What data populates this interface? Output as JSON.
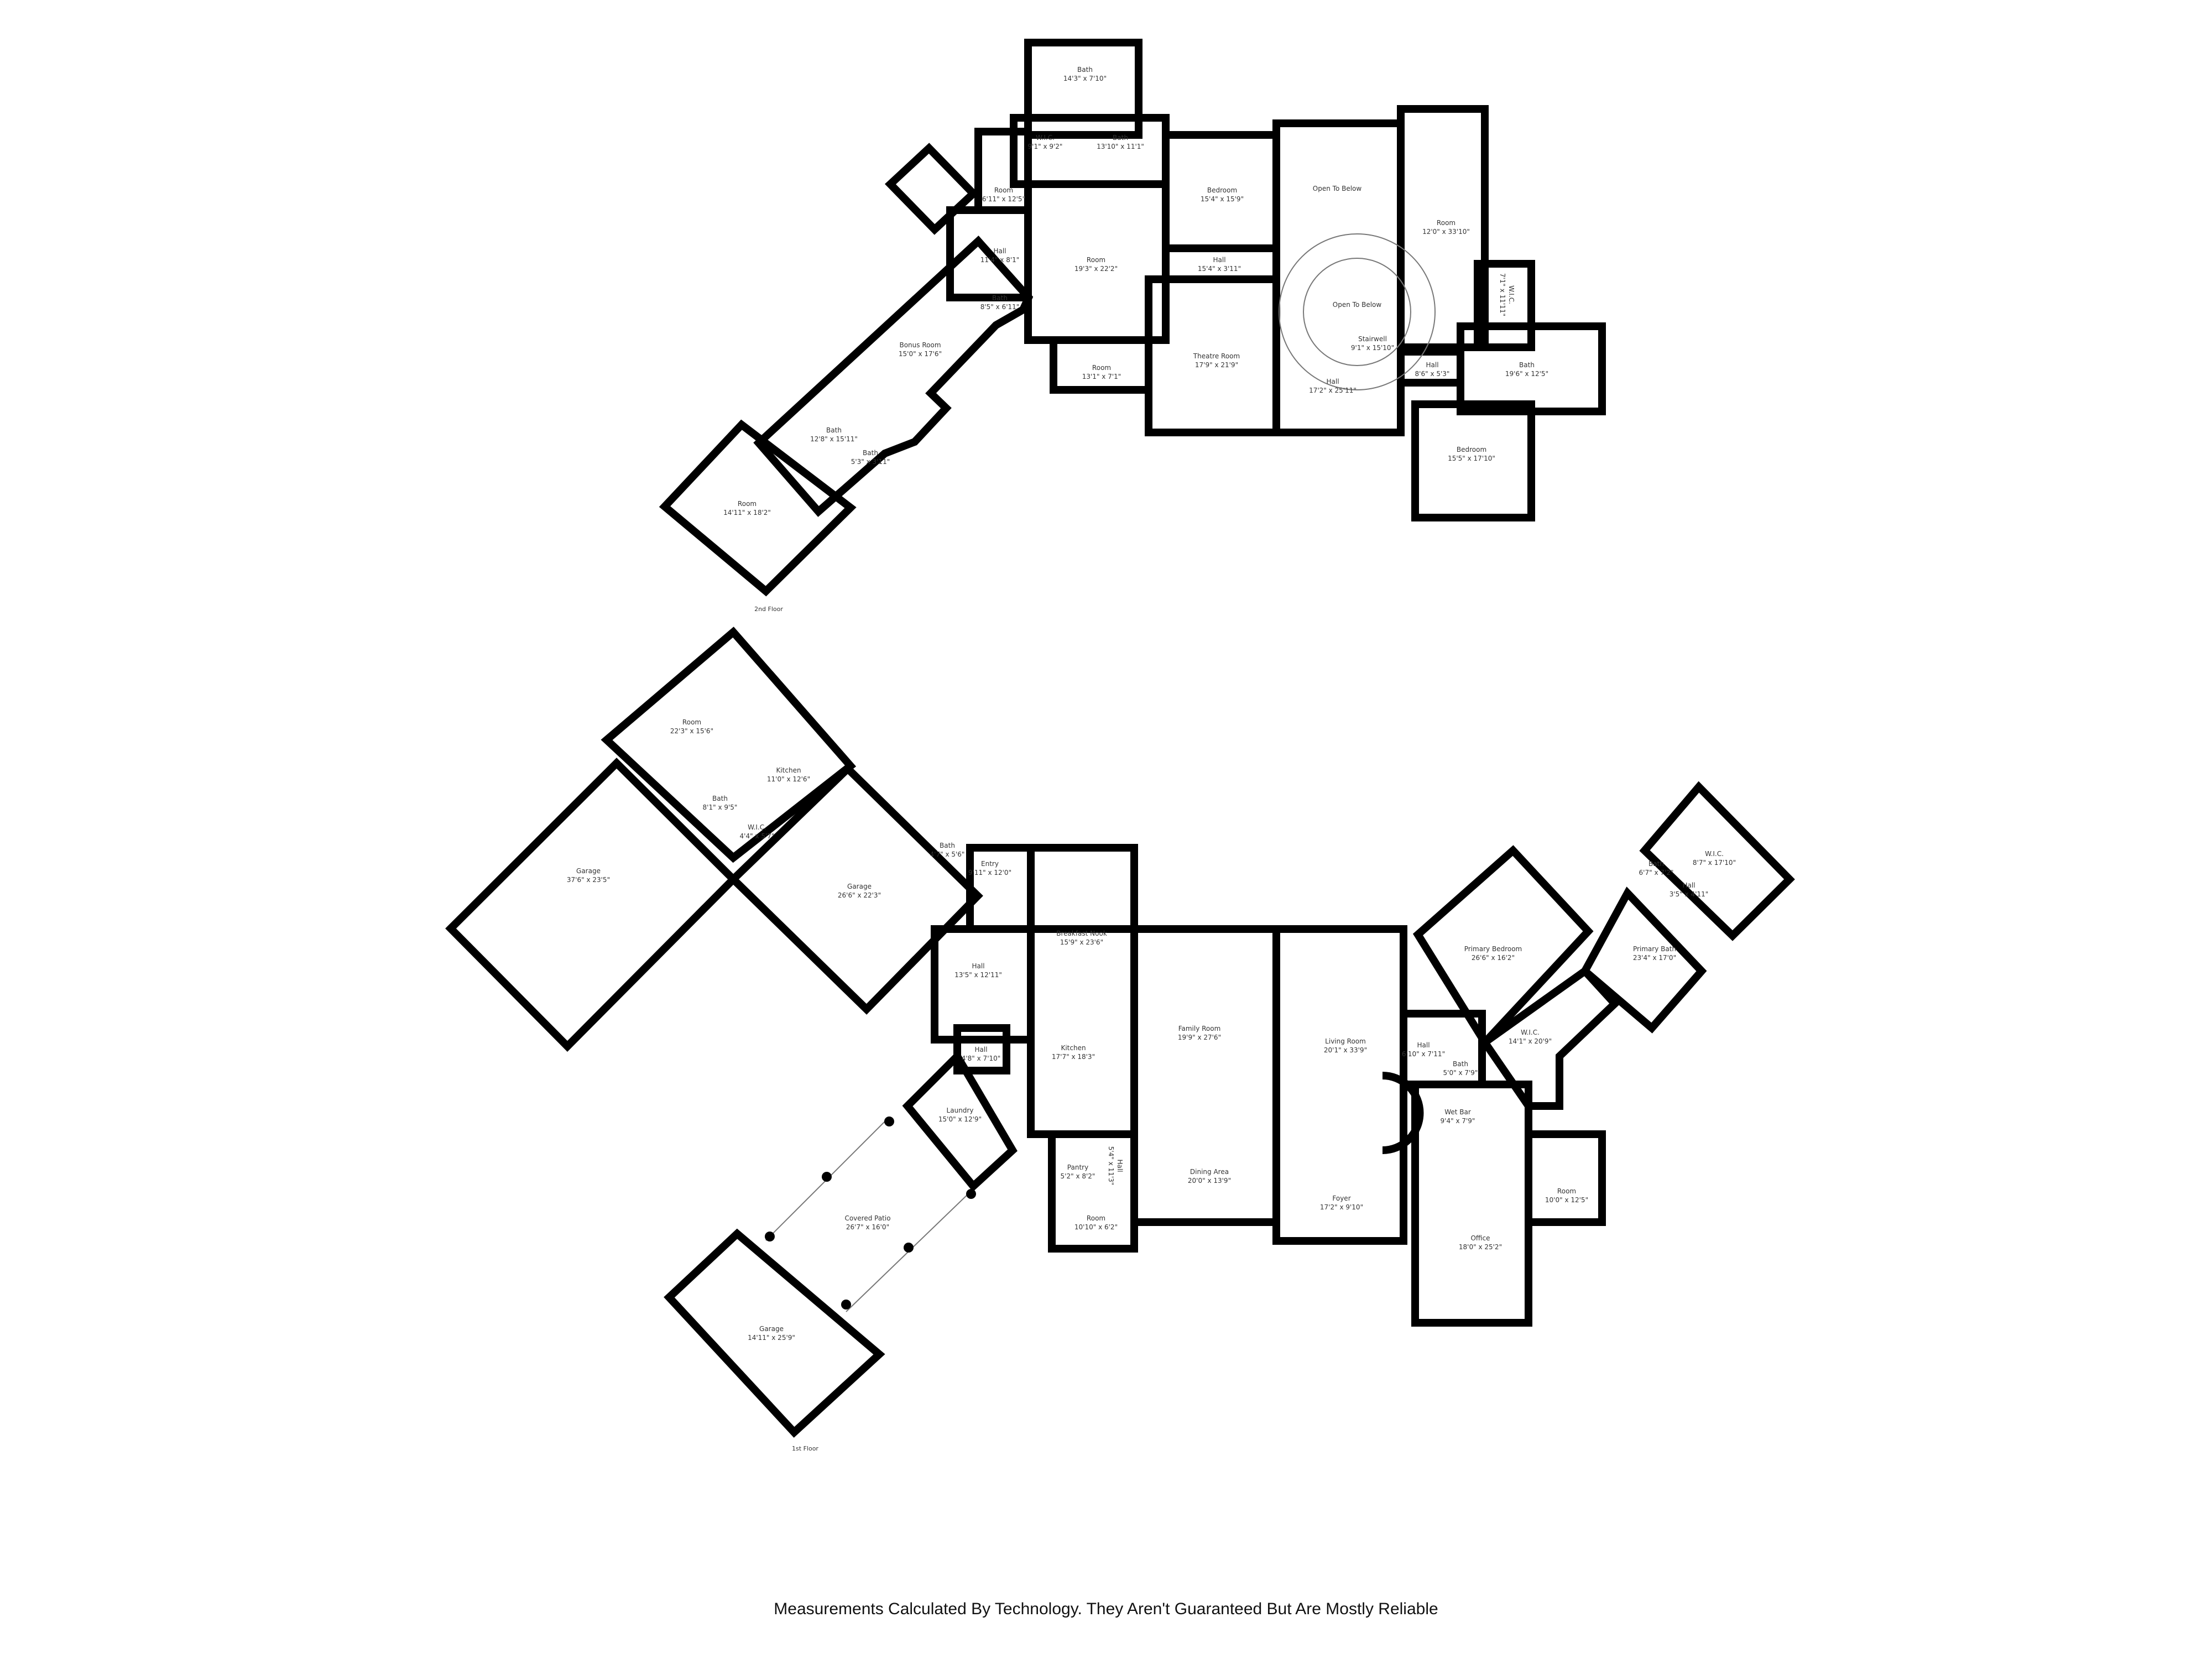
{
  "colors": {
    "wall": "#000000",
    "background": "#ffffff",
    "text": "#333333"
  },
  "floors": [
    {
      "name": "2nd Floor",
      "rooms": [
        {
          "name": "Bath",
          "dims": "14'3\" x 7'10\""
        },
        {
          "name": "W.I.C.",
          "dims": "9'1\" x 9'2\""
        },
        {
          "name": "Bath",
          "dims": "13'10\" x 11'1\""
        },
        {
          "name": "Room",
          "dims": "6'11\" x 12'5\""
        },
        {
          "name": "Bedroom",
          "dims": "15'4\" x 15'9\""
        },
        {
          "name": "Open To Below"
        },
        {
          "name": "Room",
          "dims": "12'0\" x 33'10\""
        },
        {
          "name": "Hall",
          "dims": "11'4\" x 8'1\""
        },
        {
          "name": "Room",
          "dims": "19'3\" x 22'2\""
        },
        {
          "name": "Hall",
          "dims": "15'4\" x 3'11\""
        },
        {
          "name": "Bath",
          "dims": "8'5\" x 6'11\""
        },
        {
          "name": "Open To Below"
        },
        {
          "name": "Stairwell",
          "dims": "9'1\" x 15'10\""
        },
        {
          "name": "W.I.C.",
          "dims": "7'1\" x 11'11\""
        },
        {
          "name": "Bonus Room",
          "dims": "15'0\" x 17'6\""
        },
        {
          "name": "Theatre Room",
          "dims": "17'9\" x 21'9\""
        },
        {
          "name": "Room",
          "dims": "13'1\" x 7'1\""
        },
        {
          "name": "Hall",
          "dims": "8'6\" x 5'3\""
        },
        {
          "name": "Bath",
          "dims": "19'6\" x 12'5\""
        },
        {
          "name": "Hall",
          "dims": "17'2\" x 25'11\""
        },
        {
          "name": "Bath",
          "dims": "12'8\" x 15'11\""
        },
        {
          "name": "Bath",
          "dims": "5'3\" x 3'11\""
        },
        {
          "name": "Bedroom",
          "dims": "15'5\" x 17'10\""
        },
        {
          "name": "Room",
          "dims": "14'11\" x 18'2\""
        }
      ]
    },
    {
      "name": "1st Floor",
      "rooms": [
        {
          "name": "Room",
          "dims": "22'3\" x 15'6\""
        },
        {
          "name": "Kitchen",
          "dims": "11'0\" x 12'6\""
        },
        {
          "name": "Bath",
          "dims": "8'1\" x 9'5\""
        },
        {
          "name": "W.I.C.",
          "dims": "4'4\" x 5'7\""
        },
        {
          "name": "Bath",
          "dims": "4'7\" x 5'6\""
        },
        {
          "name": "Entry",
          "dims": "9'11\" x 12'0\""
        },
        {
          "name": "Garage",
          "dims": "37'6\" x 23'5\""
        },
        {
          "name": "Garage",
          "dims": "26'6\" x 22'3\""
        },
        {
          "name": "Breakfast Nook",
          "dims": "15'9\" x 23'6\""
        },
        {
          "name": "Primary Bedroom",
          "dims": "26'6\" x 16'2\""
        },
        {
          "name": "Primary Bath",
          "dims": "23'4\" x 17'0\""
        },
        {
          "name": "W.I.C.",
          "dims": "8'7\" x 17'10\""
        },
        {
          "name": "Bath",
          "dims": "6'7\" x 7'2\""
        },
        {
          "name": "Hall",
          "dims": "3'5\" x 4'11\""
        },
        {
          "name": "Hall",
          "dims": "13'5\" x 12'11\""
        },
        {
          "name": "Family Room",
          "dims": "19'9\" x 27'6\""
        },
        {
          "name": "W.I.C.",
          "dims": "14'1\" x 20'9\""
        },
        {
          "name": "Living Room",
          "dims": "20'1\" x 33'9\""
        },
        {
          "name": "Hall",
          "dims": "6'10\" x 7'11\""
        },
        {
          "name": "Kitchen",
          "dims": "17'7\" x 18'3\""
        },
        {
          "name": "Hall",
          "dims": "4'8\" x 7'10\""
        },
        {
          "name": "Bath",
          "dims": "5'0\" x 7'9\""
        },
        {
          "name": "Laundry",
          "dims": "15'0\" x 12'9\""
        },
        {
          "name": "Wet Bar",
          "dims": "9'4\" x 7'9\""
        },
        {
          "name": "Hall",
          "dims": "5'4\" x 11'3\""
        },
        {
          "name": "Pantry",
          "dims": "5'2\" x 8'2\""
        },
        {
          "name": "Dining Area",
          "dims": "20'0\" x 13'9\""
        },
        {
          "name": "Room",
          "dims": "10'0\" x 12'5\""
        },
        {
          "name": "Foyer",
          "dims": "17'2\" x 9'10\""
        },
        {
          "name": "Covered Patio",
          "dims": "26'7\" x 16'0\""
        },
        {
          "name": "Room",
          "dims": "10'10\" x 6'2\""
        },
        {
          "name": "Office",
          "dims": "18'0\" x 25'2\""
        },
        {
          "name": "Garage",
          "dims": "14'11\" x 25'9\""
        }
      ]
    }
  ],
  "footer": "Measurements Calculated By Technology. They Aren't Guaranteed But Are Mostly Reliable"
}
